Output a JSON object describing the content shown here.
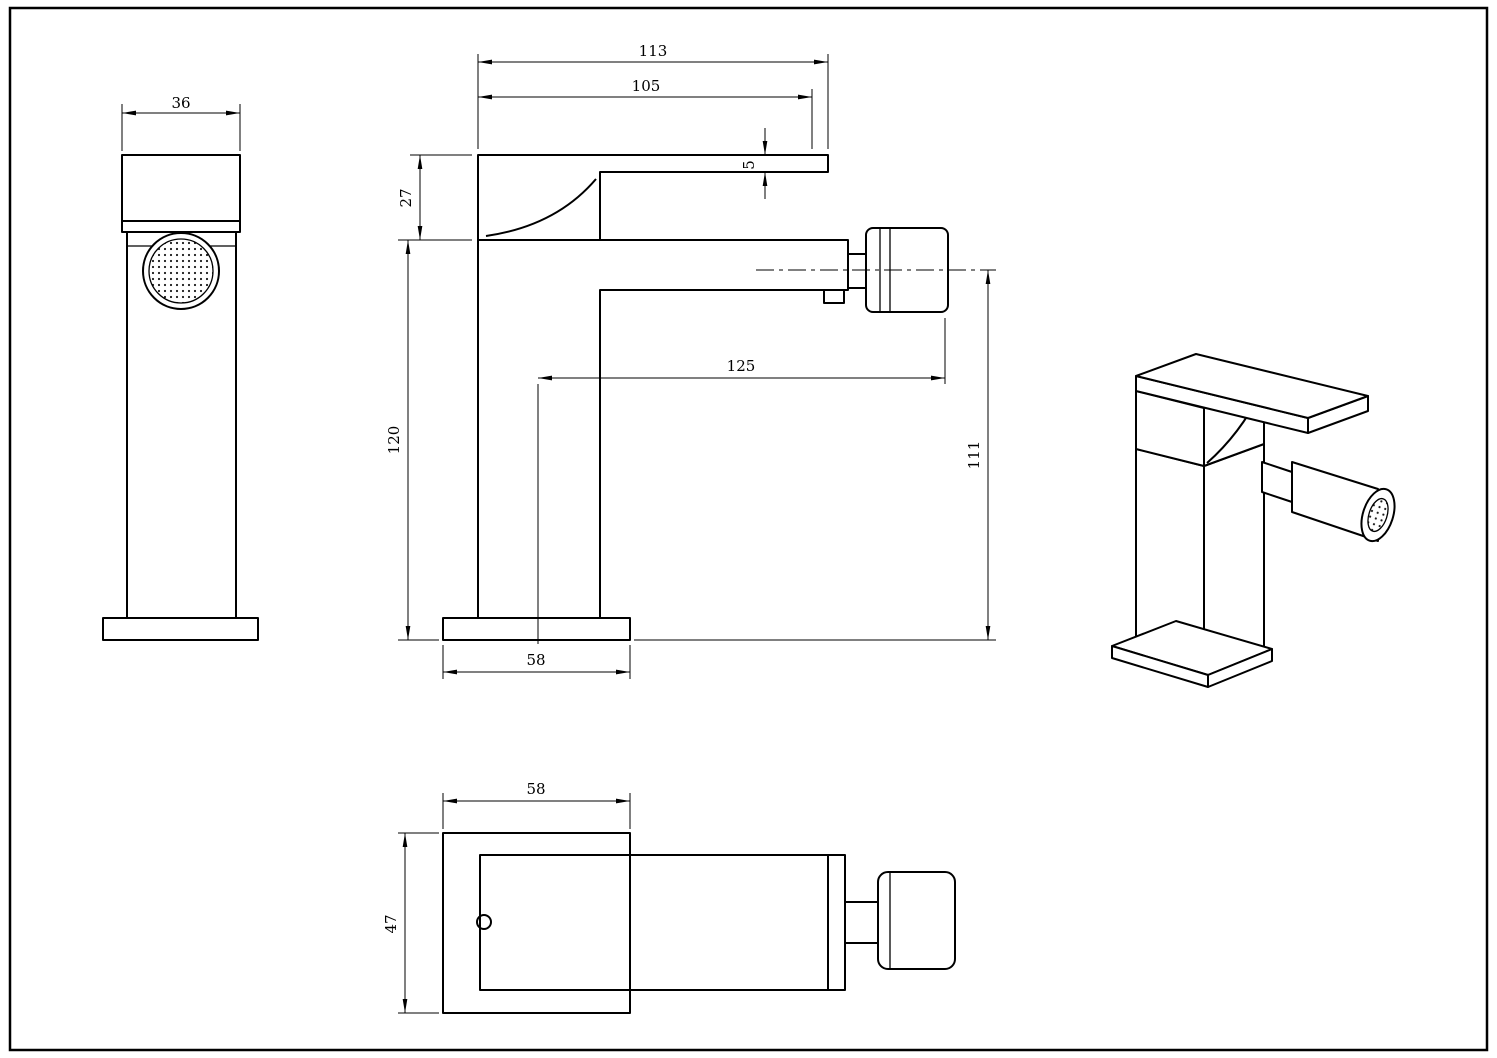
{
  "drawing": {
    "colors": {
      "line": "#000000",
      "background": "#ffffff"
    },
    "dimensions": {
      "front_head_width": "36",
      "total_depth": "113",
      "spout_depth": "105",
      "lever_thickness": "5",
      "head_height": "27",
      "body_height": "120",
      "outlet_reach": "125",
      "outlet_height": "111",
      "base_depth_side": "58",
      "base_depth_plan": "58",
      "base_width_plan": "47"
    }
  }
}
